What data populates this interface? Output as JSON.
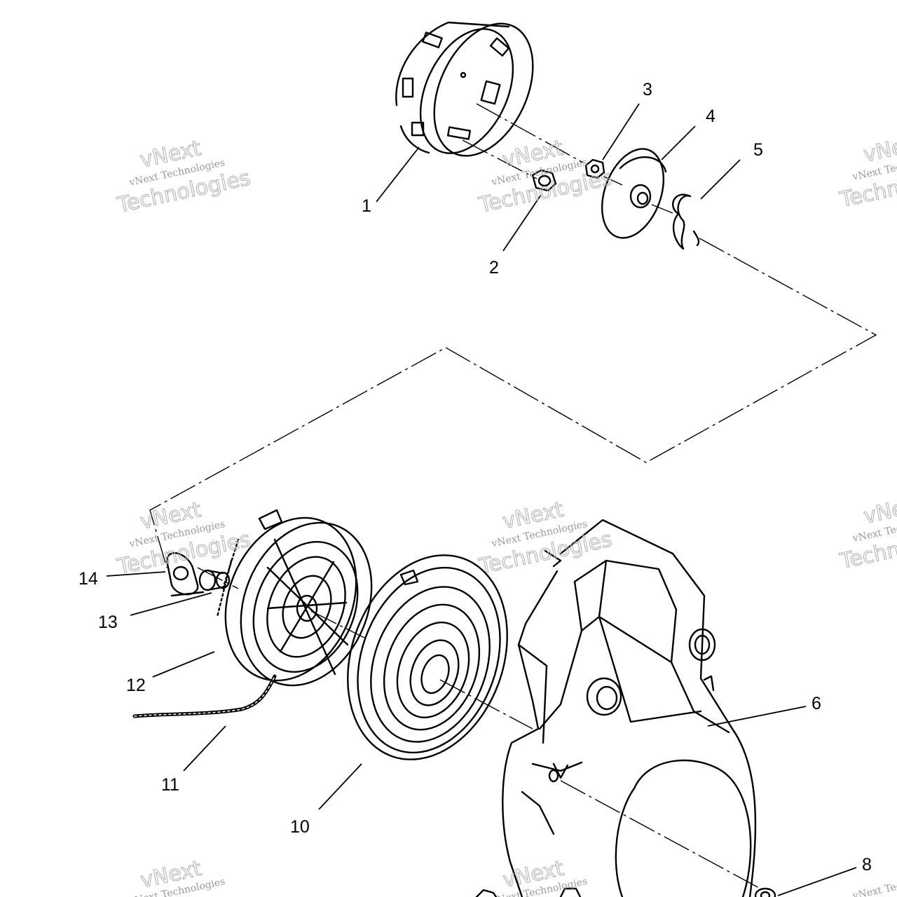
{
  "diagram": {
    "callouts": [
      "1",
      "2",
      "3",
      "4",
      "5",
      "6",
      "8",
      "10",
      "11",
      "12",
      "13",
      "14"
    ]
  },
  "watermark": {
    "line1": "vNext",
    "line2": "vNext Technologies",
    "line3": "Technologies"
  }
}
